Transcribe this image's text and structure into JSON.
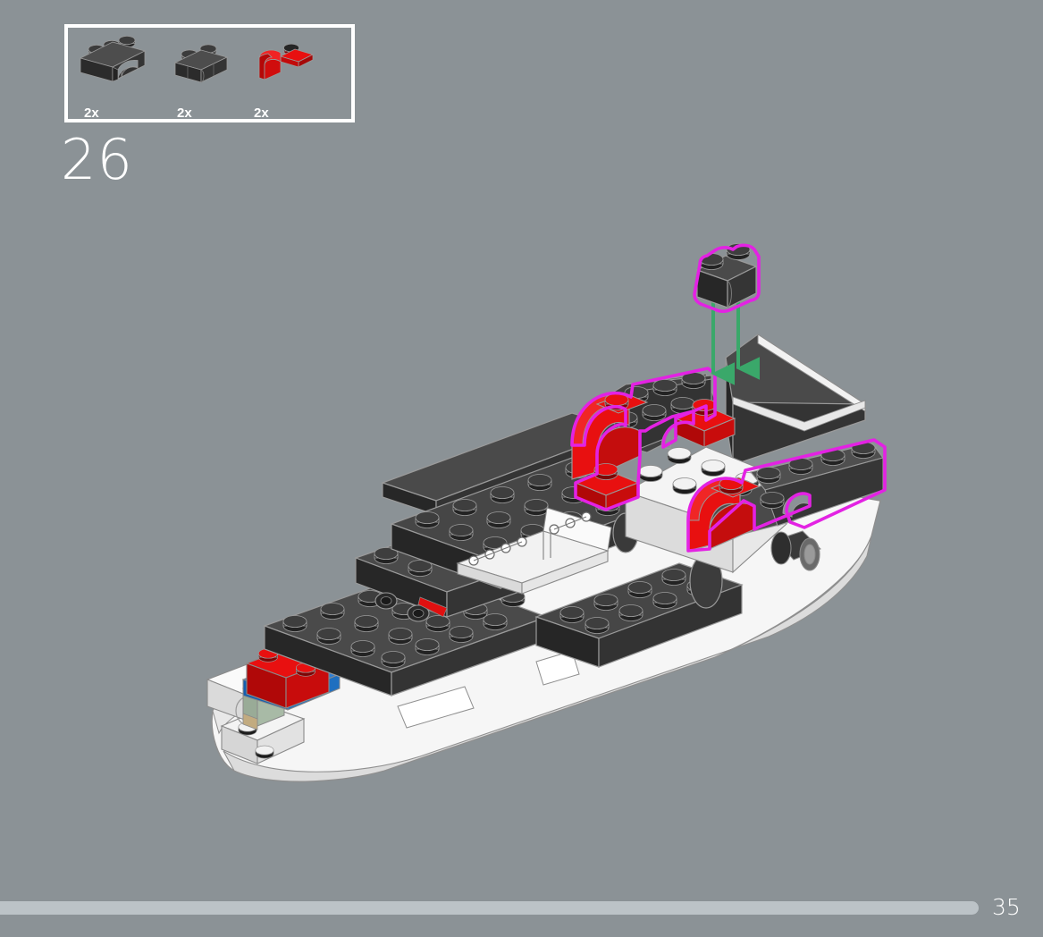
{
  "page": {
    "background_color": "#8b9296",
    "step_number": "26",
    "page_number": "35",
    "progress_percent": 94
  },
  "parts_callout": {
    "border_color": "#ffffff",
    "parts": [
      {
        "name": "brick-arch-1x3",
        "quantity": "2x",
        "color": "#3a3a3a",
        "color_name": "black",
        "shape": "arch-brick"
      },
      {
        "name": "brick-log-1x2",
        "quantity": "2x",
        "color": "#3a3a3a",
        "color_name": "black",
        "shape": "log-brick"
      },
      {
        "name": "brick-curved-slope-1x2",
        "quantity": "2x",
        "color": "#d80b0b",
        "color_name": "red",
        "shape": "curved-slope"
      }
    ]
  },
  "model": {
    "title": "lego-boat-assembly",
    "highlight_color": "#e322e3",
    "arrow_color": "#3aa86a",
    "colors": {
      "black_top": "#4a4a4a",
      "black_side": "#2e2e2e",
      "black_front": "#202020",
      "white_top": "#f4f4f4",
      "white_side": "#d8d8d8",
      "red_top": "#e81010",
      "red_side": "#b00808",
      "blue": "#1367c4",
      "green": "#9db59b",
      "tan": "#bda57a",
      "outline": "#9a9a9a"
    },
    "floating_piece": {
      "name": "floating-brick-1x2-black",
      "quantity": 1,
      "highlighted": true
    },
    "placement_arrows": [
      {
        "name": "placement-arrow-left"
      },
      {
        "name": "placement-arrow-right"
      }
    ],
    "highlighted_assemblies": [
      {
        "name": "highlight-region-midship",
        "parts": "arch brick + red curved slopes"
      },
      {
        "name": "highlight-region-stern",
        "parts": "arch brick + red curved slope"
      },
      {
        "name": "highlight-region-floating",
        "parts": "1x2 black brick"
      }
    ]
  }
}
